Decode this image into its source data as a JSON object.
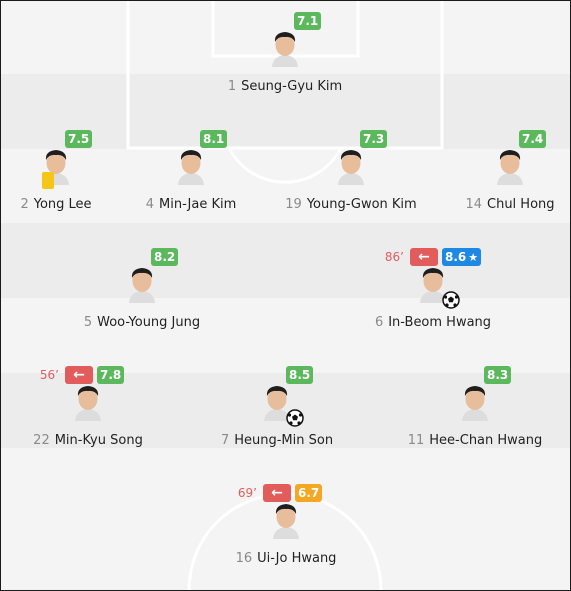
{
  "colors": {
    "rating_green": "#5cb85c",
    "rating_orange": "#f5a623",
    "rating_blue": "#1e88e5",
    "sub_red": "#e35c5c",
    "yellow_card": "#f5c518"
  },
  "players": [
    {
      "id": "seung-gyu-kim",
      "number": "1",
      "name": "Seung-Gyu Kim",
      "rating": "7.1",
      "rating_color": "green"
    },
    {
      "id": "yong-lee",
      "number": "2",
      "name": "Yong Lee",
      "rating": "7.5",
      "rating_color": "green",
      "yellow_card": true
    },
    {
      "id": "min-jae-kim",
      "number": "4",
      "name": "Min-Jae Kim",
      "rating": "8.1",
      "rating_color": "green"
    },
    {
      "id": "young-gwon-kim",
      "number": "19",
      "name": "Young-Gwon Kim",
      "rating": "7.3",
      "rating_color": "green"
    },
    {
      "id": "chul-hong",
      "number": "14",
      "name": "Chul Hong",
      "rating": "7.4",
      "rating_color": "green"
    },
    {
      "id": "woo-young-jung",
      "number": "5",
      "name": "Woo-Young Jung",
      "rating": "8.2",
      "rating_color": "green"
    },
    {
      "id": "in-beom-hwang",
      "number": "6",
      "name": "In-Beom Hwang",
      "rating": "8.6",
      "rating_color": "blue",
      "star": true,
      "sub_minute": "86’",
      "goal": true
    },
    {
      "id": "min-kyu-song",
      "number": "22",
      "name": "Min-Kyu Song",
      "rating": "7.8",
      "rating_color": "green",
      "sub_minute": "56’"
    },
    {
      "id": "heung-min-son",
      "number": "7",
      "name": "Heung-Min Son",
      "rating": "8.5",
      "rating_color": "green",
      "goal": true
    },
    {
      "id": "hee-chan-hwang",
      "number": "11",
      "name": "Hee-Chan Hwang",
      "rating": "8.3",
      "rating_color": "green"
    },
    {
      "id": "ui-jo-hwang",
      "number": "16",
      "name": "Ui-Jo Hwang",
      "rating": "6.7",
      "rating_color": "orange",
      "sub_minute": "69’"
    }
  ]
}
